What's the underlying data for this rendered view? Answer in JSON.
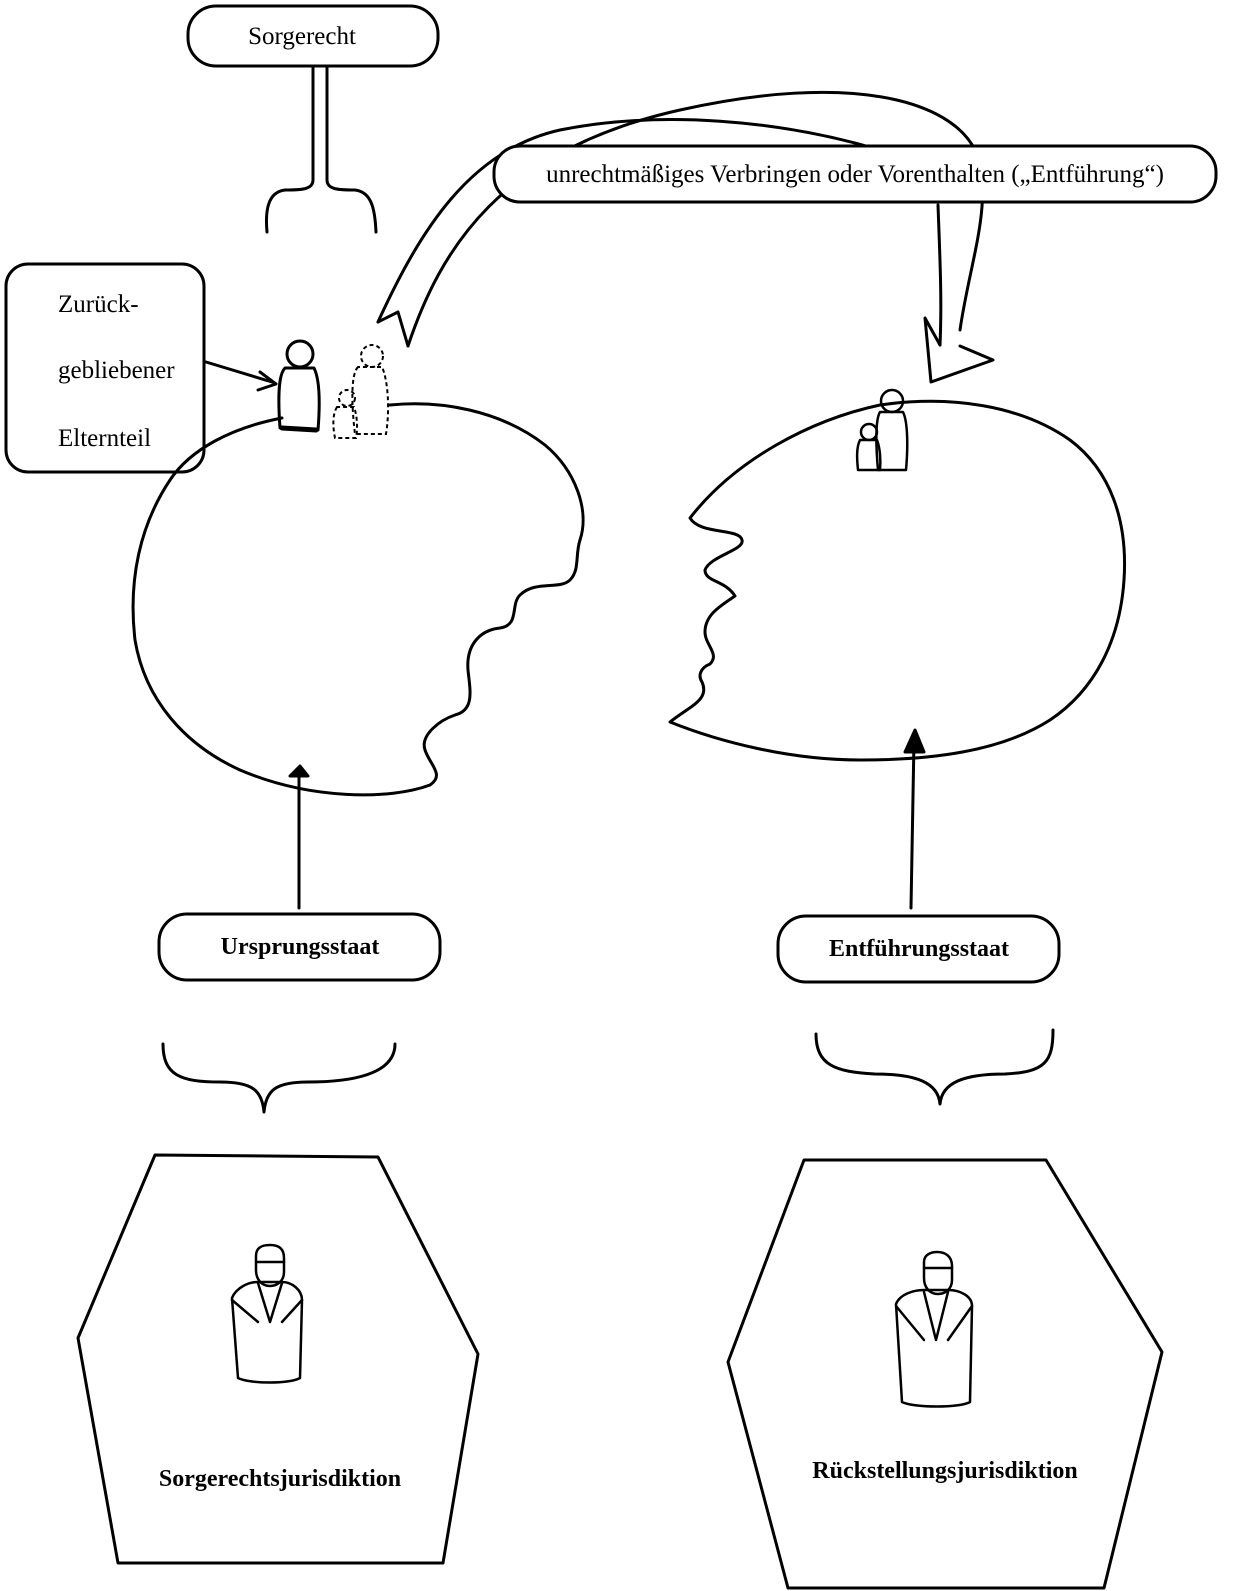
{
  "labels": {
    "custody": "Sorgerecht",
    "abduction": "unrechtmäßiges Verbringen oder Vorenthalten („Entführung“)",
    "left_behind_line1": "Zurück-",
    "left_behind_line2": "gebliebener",
    "left_behind_line3": "Elternteil",
    "origin_state": "Ursprungsstaat",
    "abduction_state": "Entführungsstaat",
    "custody_jurisdiction": "Sorgerechtsjurisdiktion",
    "return_jurisdiction": "Rückstellungsjurisdiktion"
  }
}
